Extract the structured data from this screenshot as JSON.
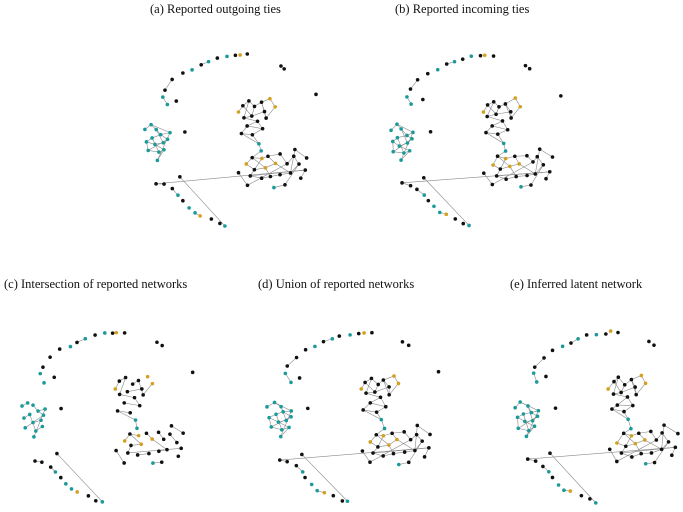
{
  "panels": [
    {
      "id": "a",
      "title": "(a) Reported outgoing ties",
      "density": "full"
    },
    {
      "id": "b",
      "title": "(b) Reported incoming ties",
      "density": "full"
    },
    {
      "id": "c",
      "title": "(c) Intersection of reported networks",
      "density": "sparse"
    },
    {
      "id": "d",
      "title": "(d) Union of reported networks",
      "density": "full"
    },
    {
      "id": "e",
      "title": "(e) Inferred latent network",
      "density": "full"
    }
  ],
  "colors": {
    "teal": "#1a9a9a",
    "gold": "#d4a020",
    "black": "#111111",
    "edge": "#8a8a8a"
  }
}
